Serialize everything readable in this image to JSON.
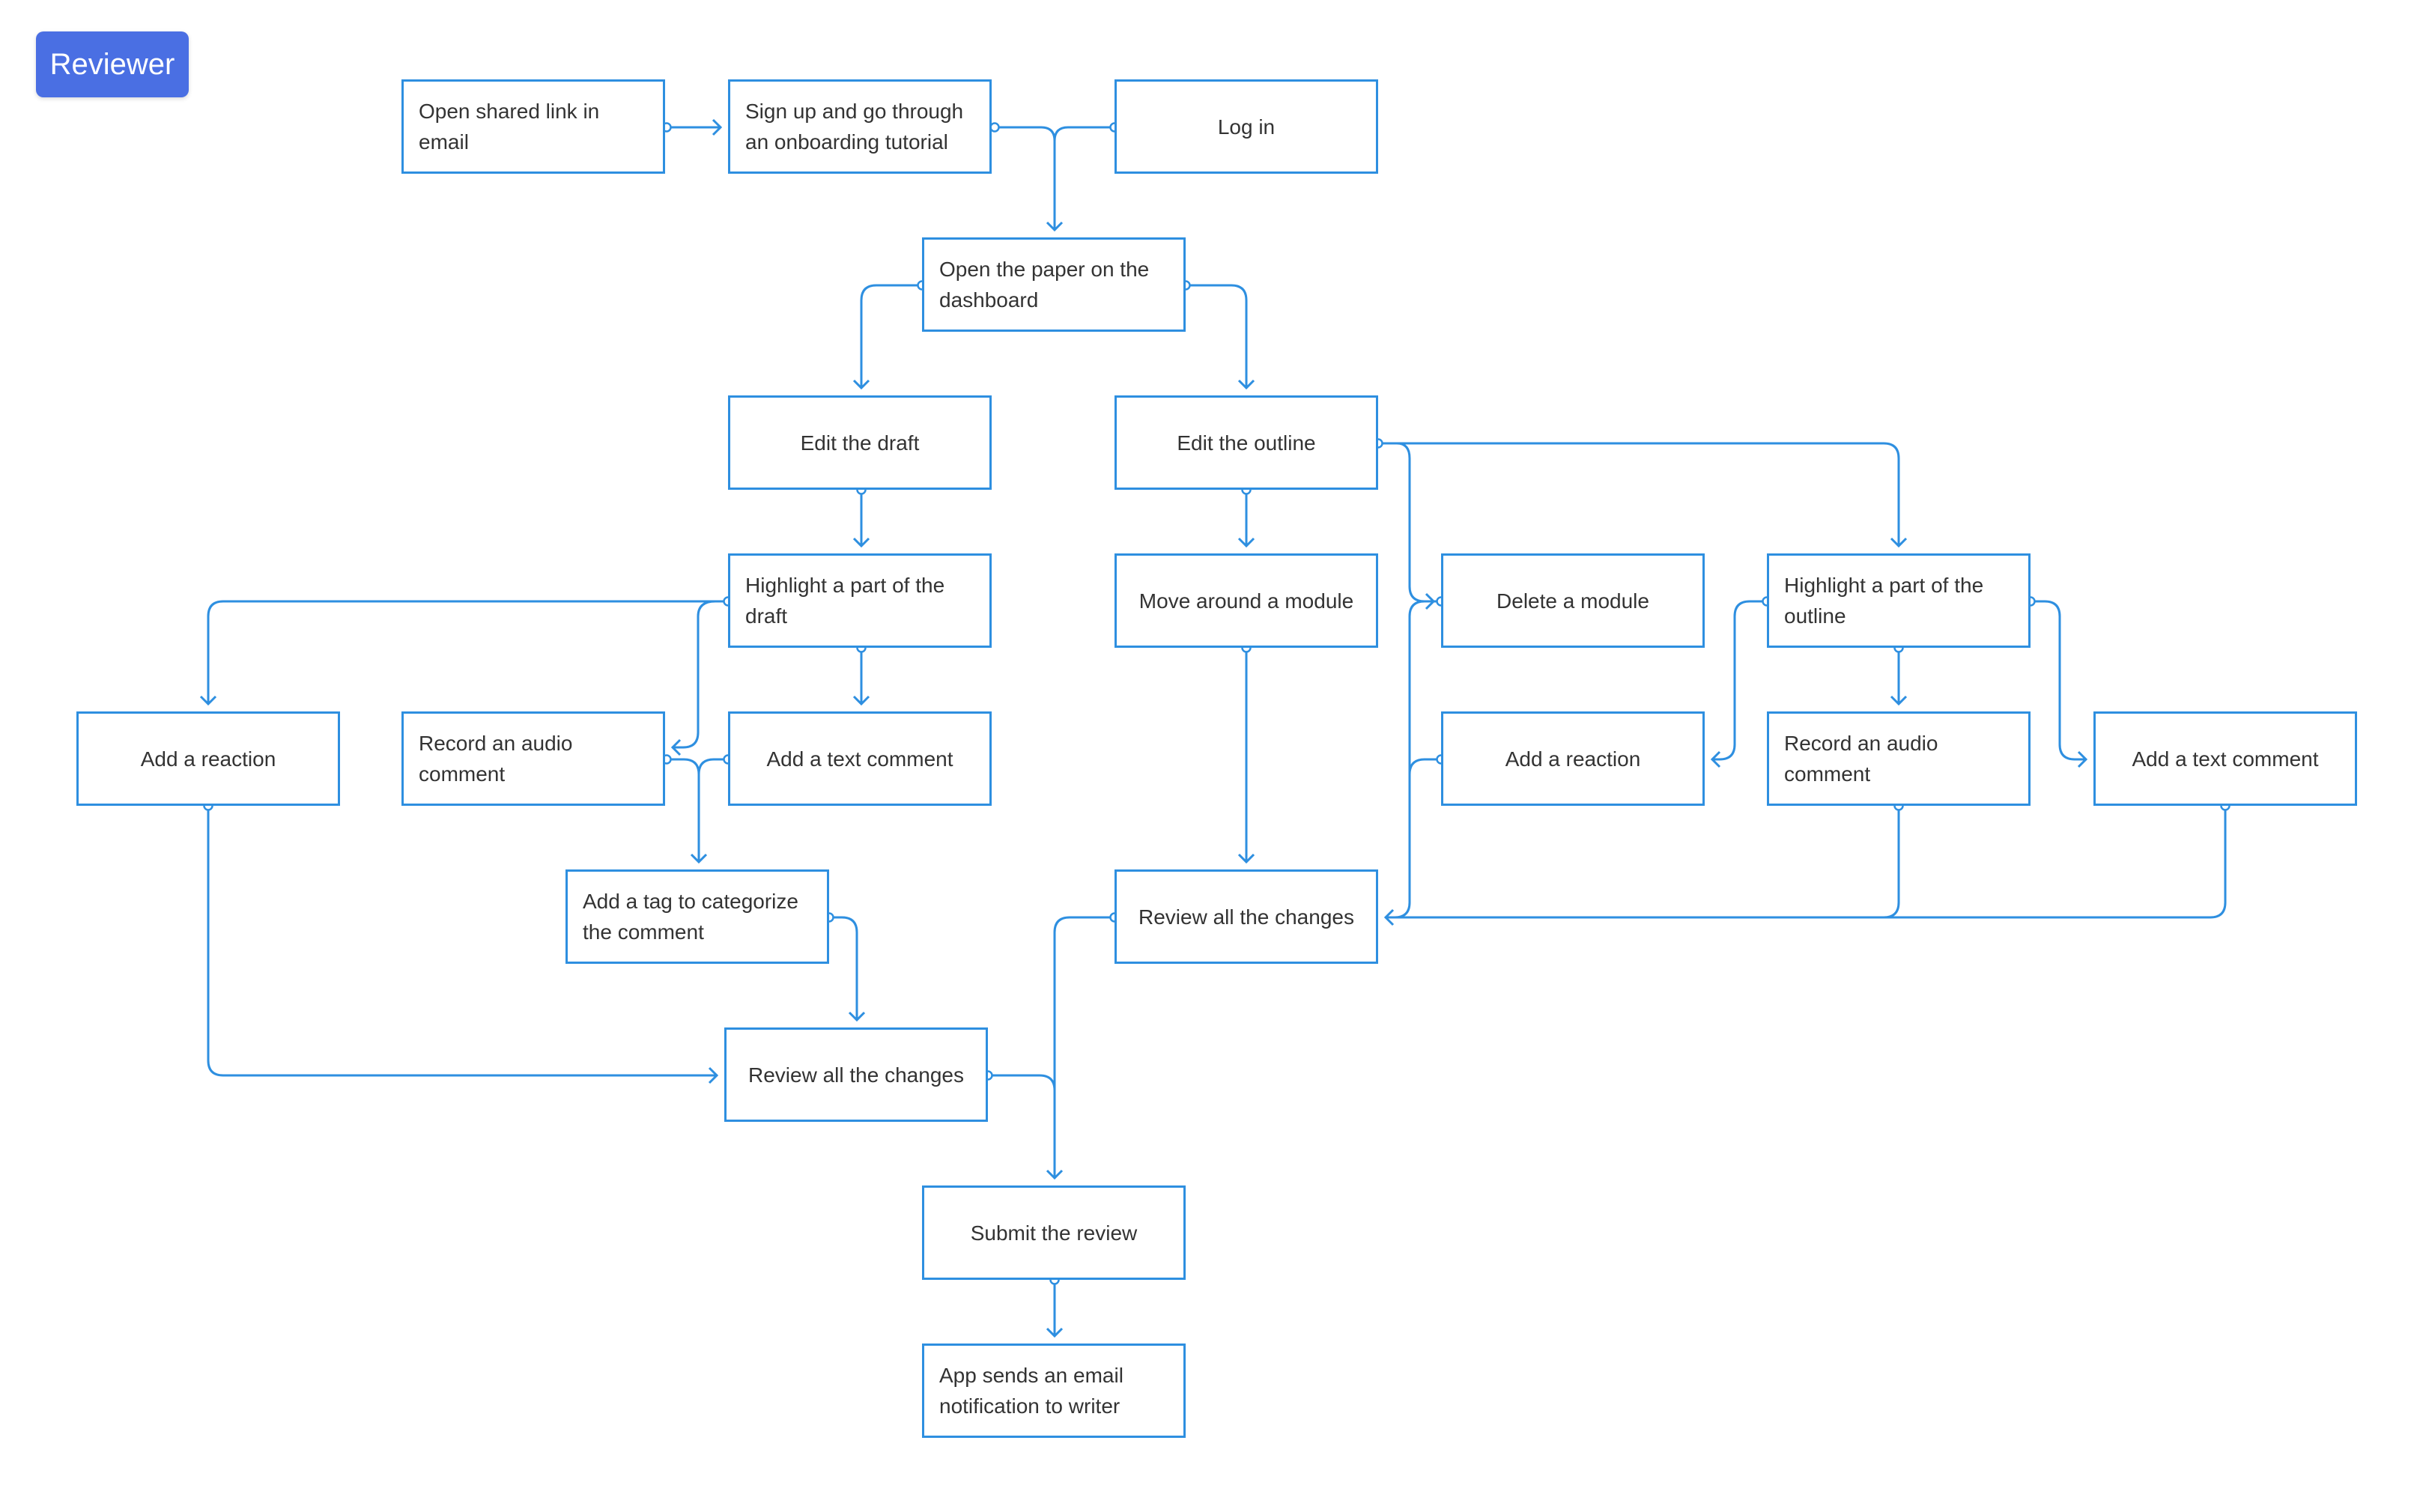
{
  "badge": {
    "label": "Reviewer"
  },
  "colors": {
    "accent": "#2e8fe0",
    "badge": "#4a6fe3",
    "text": "#333333"
  },
  "nodes": {
    "open_link": "Open shared link in email",
    "signup": "Sign up and go through an onboarding tutorial",
    "login": "Log in",
    "open_paper": "Open the paper on the dashboard",
    "edit_draft": "Edit the draft",
    "edit_outline": "Edit the outline",
    "highlight_draft": "Highlight a part of the draft",
    "move_module": "Move around a module",
    "delete_module": "Delete a module",
    "highlight_outline": "Highlight a part of the outline",
    "reaction_left": "Add a reaction",
    "audio_left": "Record an audio comment",
    "text_left": "Add a text comment",
    "reaction_right": "Add a reaction",
    "audio_right": "Record an audio comment",
    "text_right": "Add a text comment",
    "tag": "Add a tag to categorize the comment",
    "review_right": "Review all the changes",
    "review_left": "Review all the changes",
    "submit": "Submit the review",
    "email_notify": "App sends an email notification to writer"
  }
}
